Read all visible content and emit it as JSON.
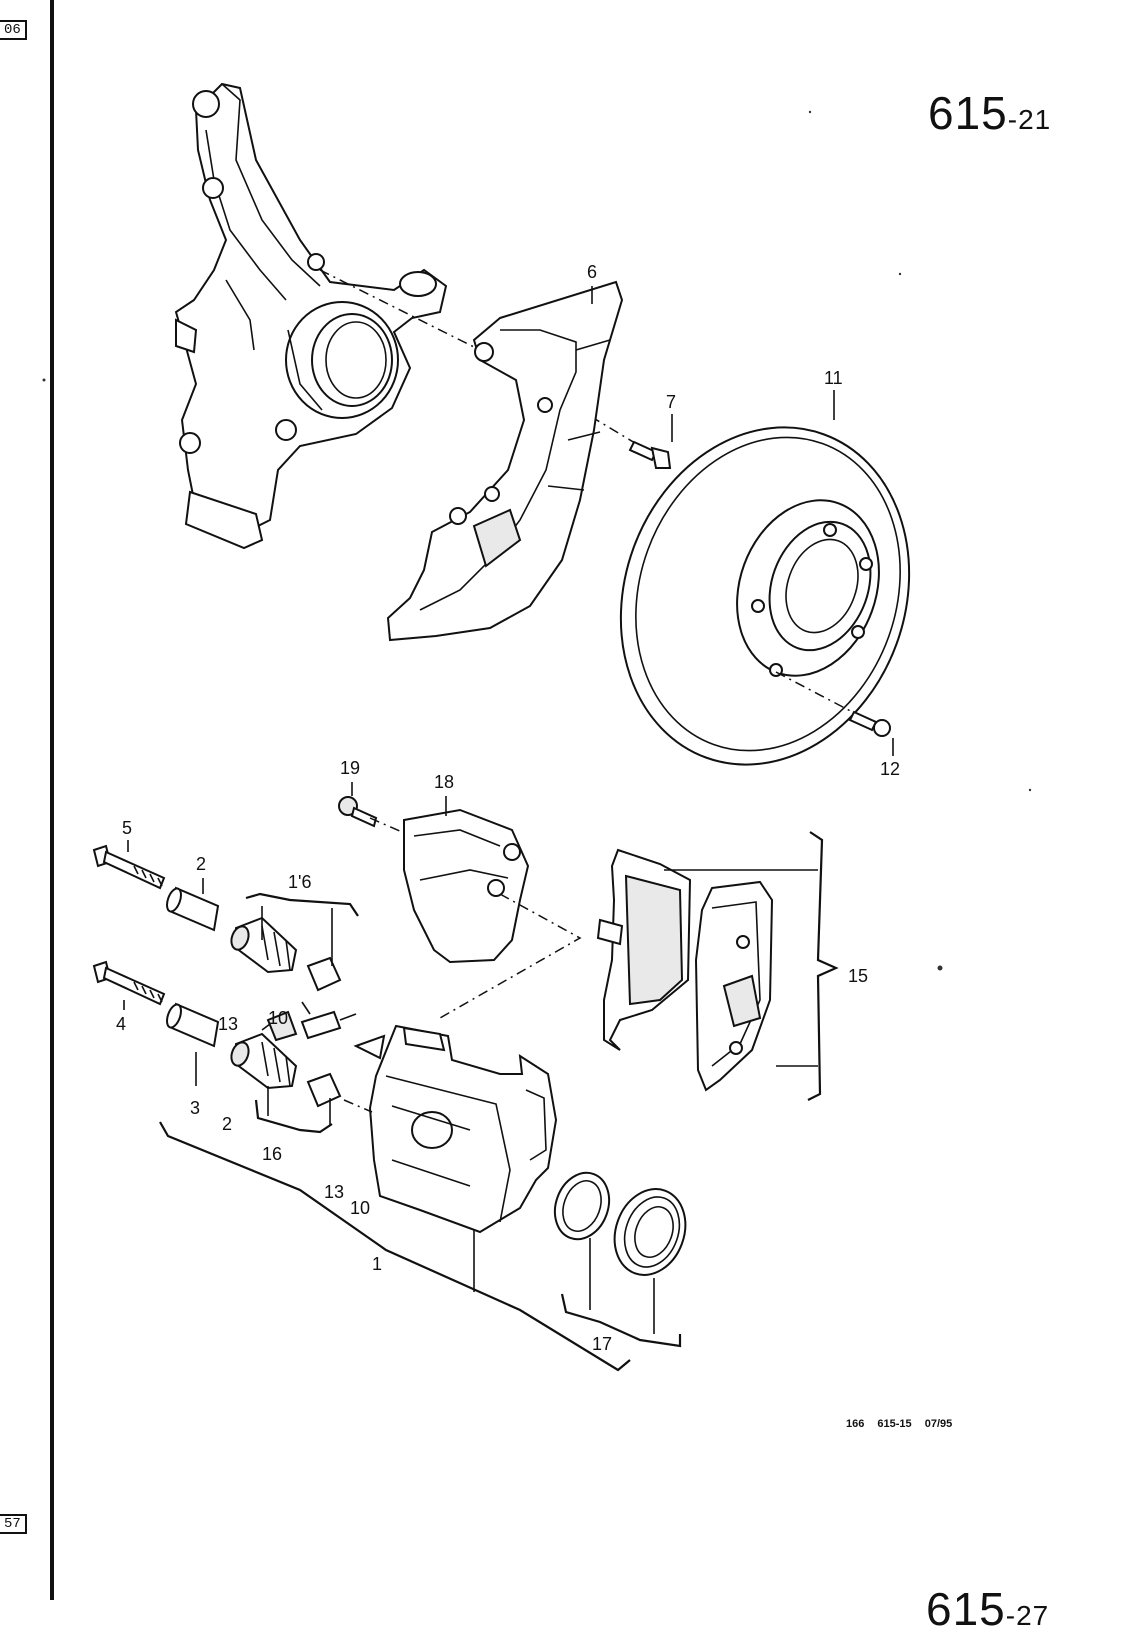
{
  "header": {
    "page_number": "615",
    "page_suffix": "-21",
    "bottom_page_number": "615",
    "bottom_page_suffix": "-27"
  },
  "edge_tabs": {
    "top": "06",
    "bottom": "57"
  },
  "diagram_code": "166 615-15 07/95",
  "callouts": {
    "c1": "1",
    "c2a": "2",
    "c2b": "2",
    "c3": "3",
    "c4": "4",
    "c5": "5",
    "c6": "6",
    "c7": "7",
    "c10a": "10",
    "c10b": "10",
    "c11": "11",
    "c12": "12",
    "c13a": "13",
    "c13b": "13",
    "c15": "15",
    "c16a": "1'6",
    "c16b": "16",
    "c17": "17",
    "c18": "18",
    "c19": "19"
  },
  "parts": {
    "steering_knuckle": "steering-knuckle",
    "splash_shield": "splash-shield",
    "shield_bolt": "bolt",
    "brake_disc": "brake-disc",
    "disc_screw": "screw",
    "caliper_bolt_top": "bolt",
    "caliper_bolt_bottom": "bolt",
    "guide_sleeve_top": "sleeve",
    "guide_sleeve_bottom": "sleeve",
    "bushing_top": "bushing",
    "bushing_bottom": "bushing",
    "bleeder_valve": "bleeder-valve",
    "dust_cap": "cap",
    "brake_caliper": "brake-caliper",
    "brake_pads": "brake-pads",
    "piston_seal_kit": "seal-kit",
    "heat_shield": "heat-shield",
    "heat_shield_bolt": "bolt"
  }
}
